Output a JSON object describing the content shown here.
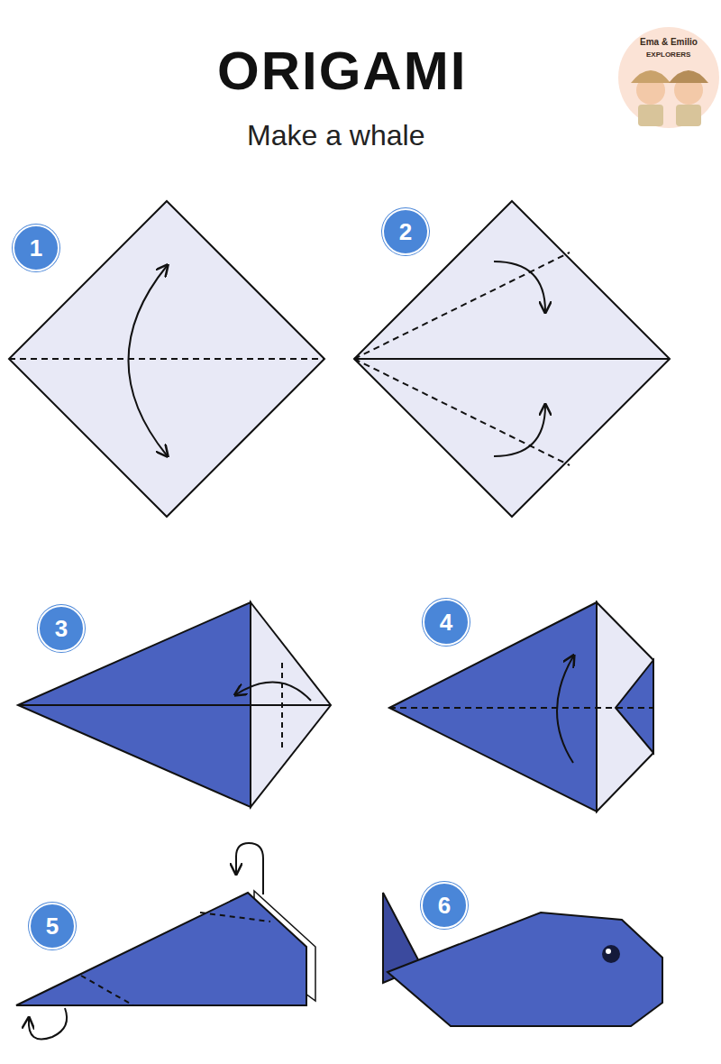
{
  "diagram": {
    "title": "ORIGAMI",
    "nodes": [
      {
        "text": [
          "1"
        ]
      },
      {
        "text": [
          "2"
        ]
      },
      {
        "text": [
          "3"
        ]
      },
      {
        "text": [
          "4"
        ]
      },
      {
        "text": [
          "5"
        ]
      },
      {
        "text": [
          "6"
        ]
      }
    ],
    "labels": [
      "Make a whale",
      "Ema & Emilio",
      "EXPLORERS"
    ]
  }
}
